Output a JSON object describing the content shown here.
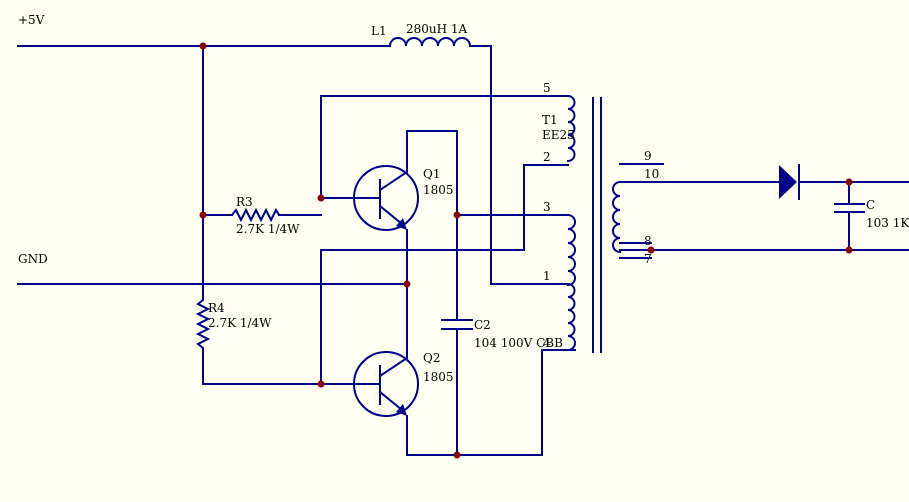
{
  "labels": {
    "vcc": "+5V",
    "gnd": "GND",
    "l1_ref": "L1",
    "l1_val": "280uH 1A",
    "r3_ref": "R3",
    "r3_val": "2.7K 1/4W",
    "r4_ref": "R4",
    "r4_val": "2.7K 1/4W",
    "q1_ref": "Q1",
    "q1_val": "1805",
    "q2_ref": "Q2",
    "q2_val": "1805",
    "c2_ref": "C2",
    "c2_val": "104 100V CBB",
    "t1_ref": "T1",
    "t1_val": "EE25",
    "pin5": "5",
    "pin2": "2",
    "pin3": "3",
    "pin1": "1",
    "pin4": "4",
    "pin9": "9",
    "pin10": "10",
    "pin8": "8",
    "pin7": "7",
    "c_ref": "C",
    "c_val": "103 1K"
  },
  "colors": {
    "background": "#fefff2",
    "wire": "#00008b",
    "junction": "#8b0000",
    "text": "#000000"
  }
}
